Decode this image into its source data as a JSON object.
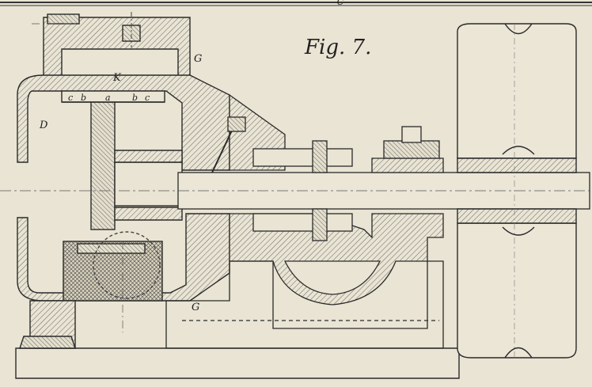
{
  "header_mark": "C",
  "figure_title": "Fig. 7.",
  "labels": {
    "g_top": "G",
    "g_bottom": "G",
    "k": "K",
    "d": "D",
    "c1": "c",
    "b1": "b",
    "a": "a",
    "b2": "b",
    "c2": "c"
  },
  "colors": {
    "paper": "#e9e4d3",
    "ink": "#2a2a2a",
    "hatch": "#4a4a4a"
  }
}
